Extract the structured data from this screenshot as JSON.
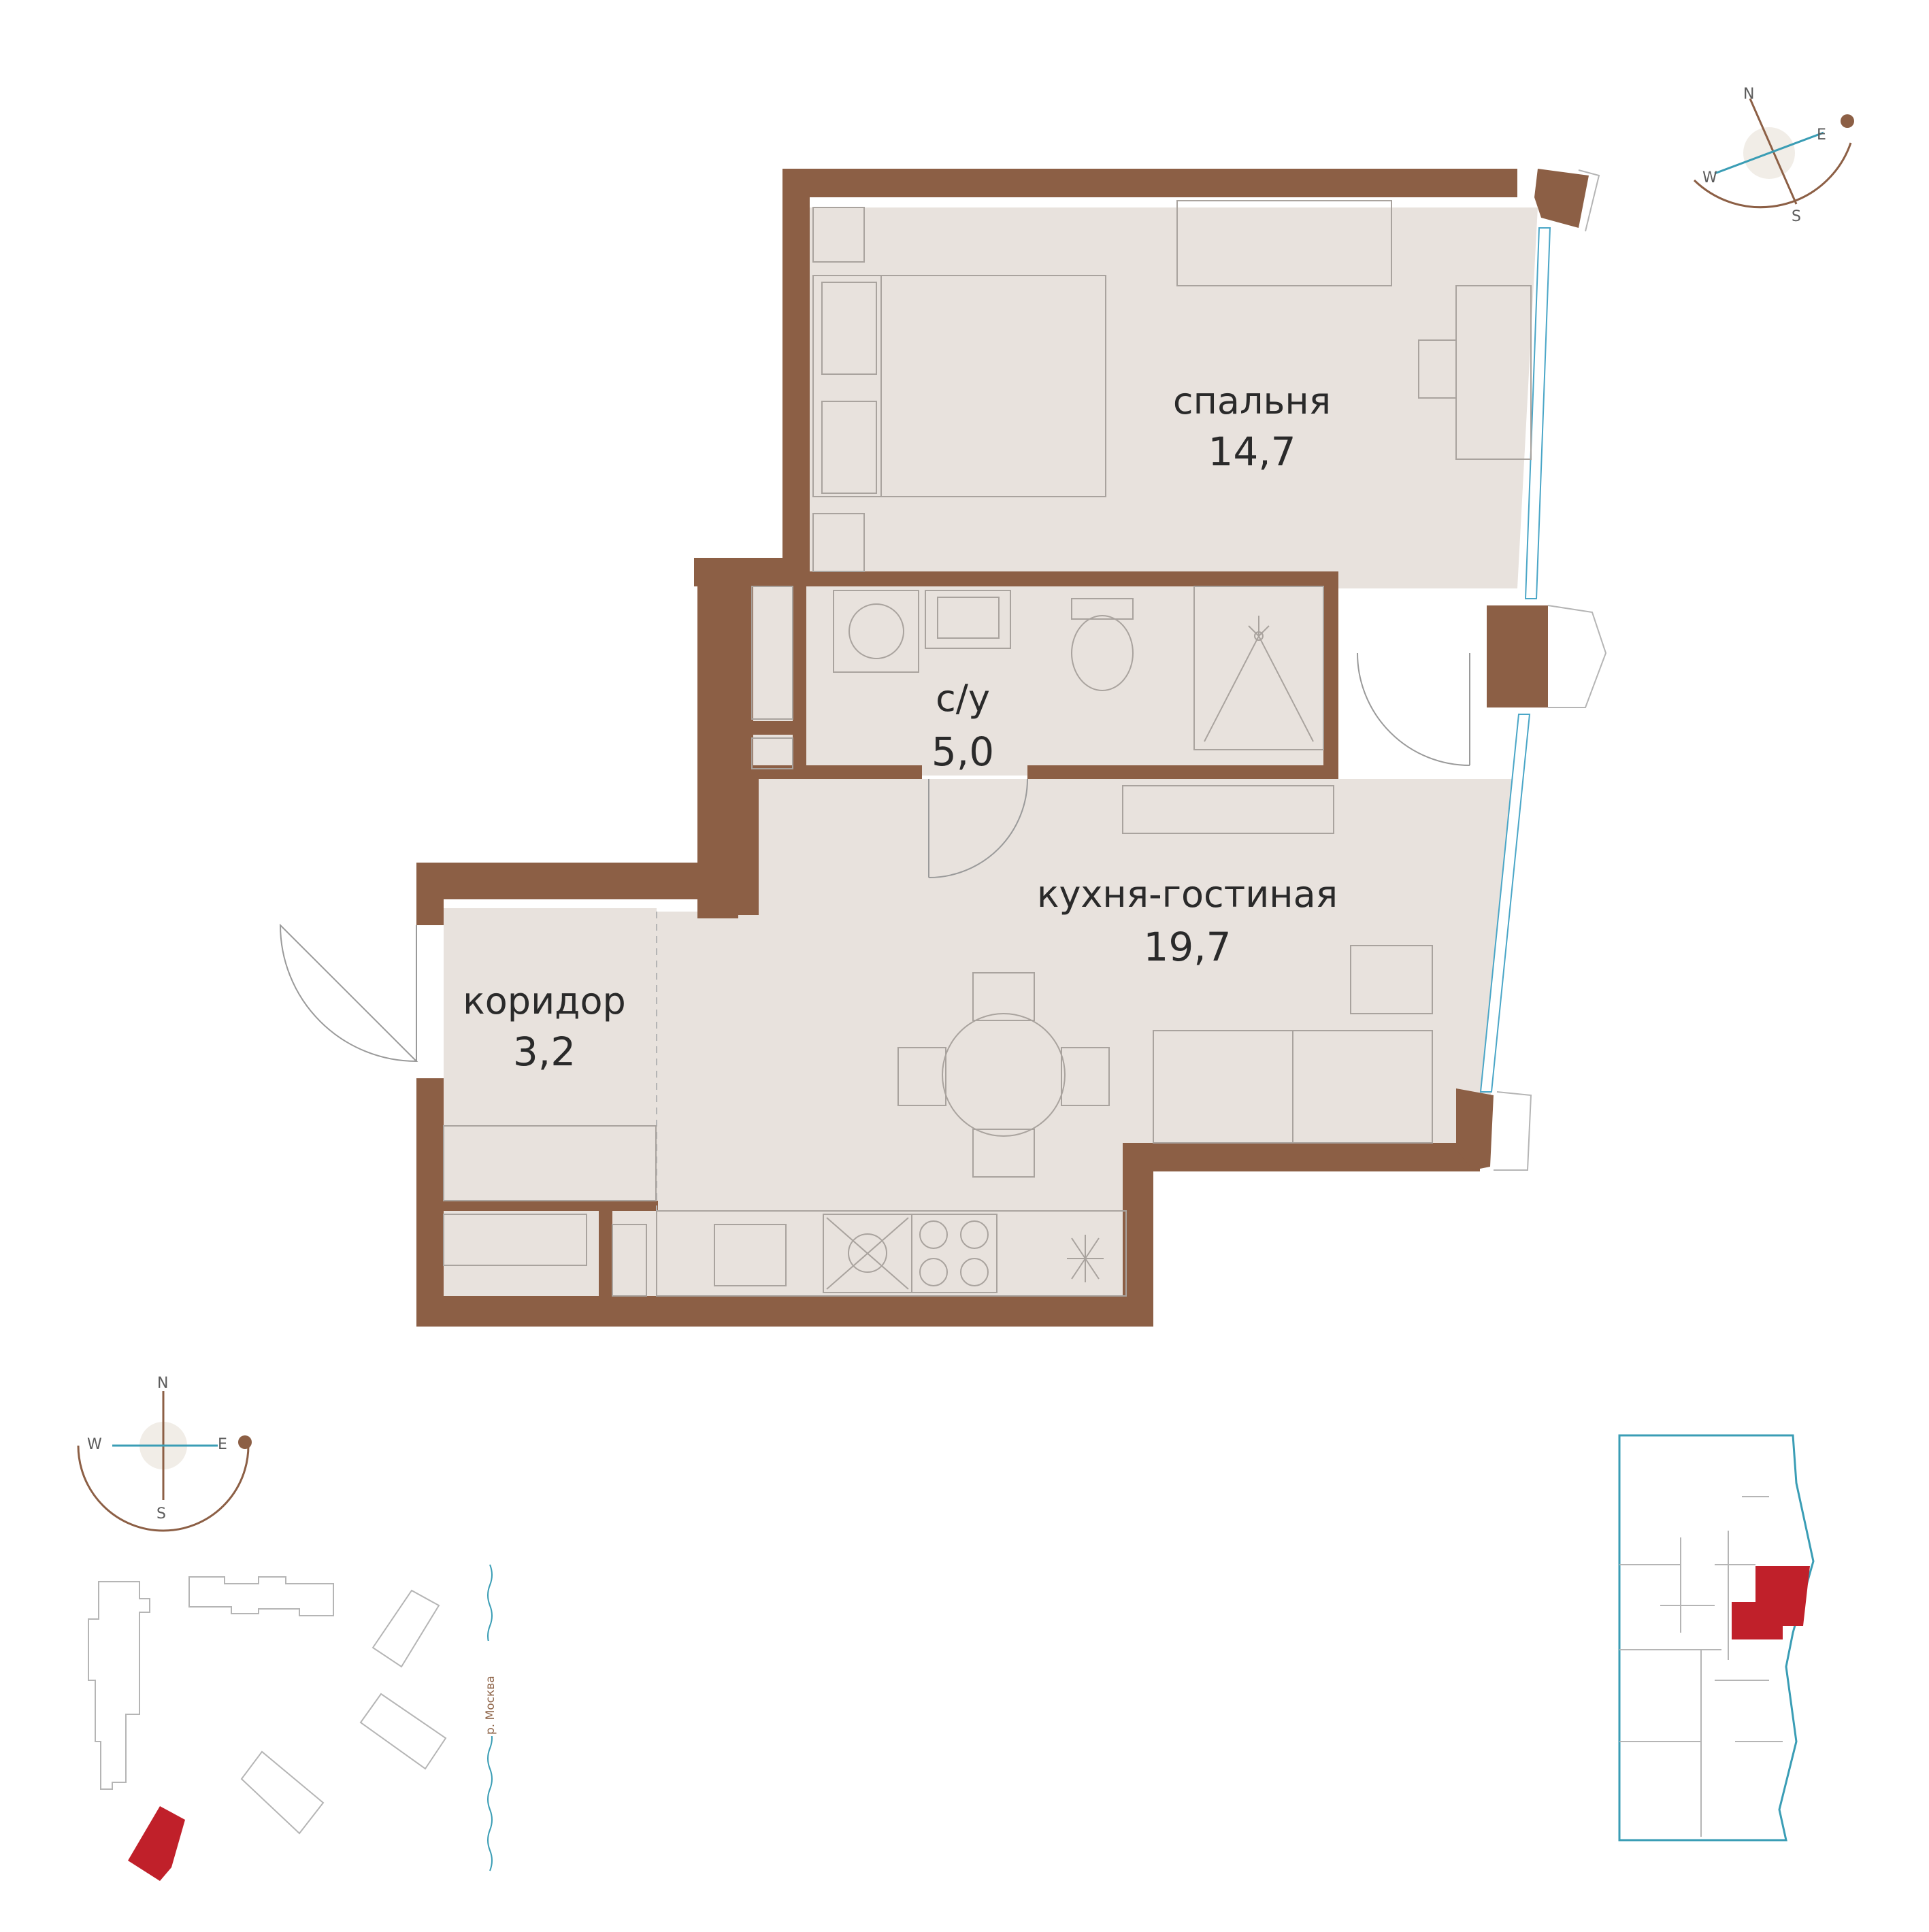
{
  "rooms": {
    "bedroom": {
      "label": "спальня",
      "area": "14,7"
    },
    "bathroom": {
      "label": "с/у",
      "area": "5,0"
    },
    "kitchen": {
      "label": "кухня-гостиная",
      "area": "19,7"
    },
    "corridor": {
      "label": "коридор",
      "area": "3,2"
    }
  },
  "compass_top": {
    "n": "N",
    "e": "E",
    "s": "S",
    "w": "W"
  },
  "compass_bottom": {
    "n": "N",
    "e": "E",
    "s": "S",
    "w": "W"
  },
  "site_plan": {
    "river_label": "р. Москва"
  },
  "colors": {
    "wall": "#8c5f45",
    "floor": "#e8e2dd",
    "highlight": "#c0202a",
    "glass": "#4aa6c7",
    "river": "#3a9db5"
  }
}
